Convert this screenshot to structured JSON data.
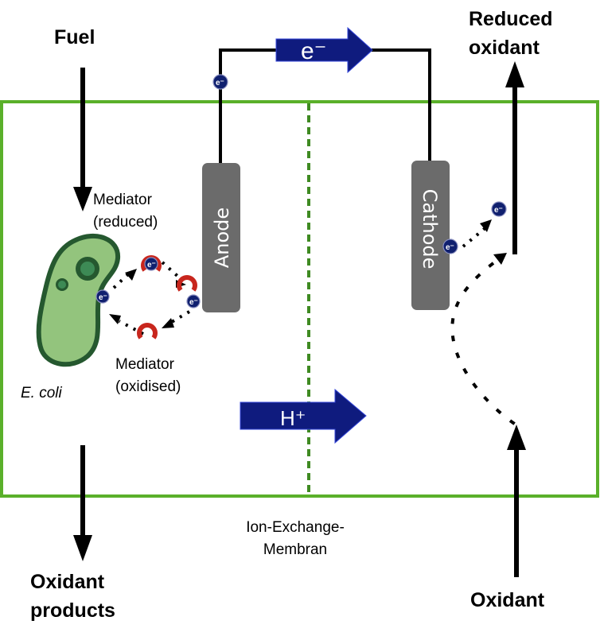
{
  "labels": {
    "fuel": "Fuel",
    "reduced_oxidant_line1": "Reduced",
    "reduced_oxidant_line2": "oxidant",
    "oxidant_products_line1": "Oxidant",
    "oxidant_products_line2": "products",
    "oxidant": "Oxidant",
    "mediator_reduced_line1": "Mediator",
    "mediator_reduced_line2": "(reduced)",
    "mediator_oxidised_line1": "Mediator",
    "mediator_oxidised_line2": "(oxidised)",
    "organism": "E. coli",
    "membrane_line1": "Ion-Exchange-",
    "membrane_line2": "Membran",
    "anode": "Anode",
    "cathode": "Cathode",
    "electron_flow": "e⁻",
    "proton_flow": "H⁺",
    "electron_symbol": "e⁻"
  },
  "colors": {
    "cell_border": "#5ab02a",
    "membrane": "#3f8a22",
    "electrode": "#6b6b6b",
    "flow_arrow": "#0f1b7e",
    "electron": "#10206f",
    "mediator": "#c8261d",
    "bacterium_fill": "#93c47d",
    "bacterium_outline": "#25582f"
  }
}
